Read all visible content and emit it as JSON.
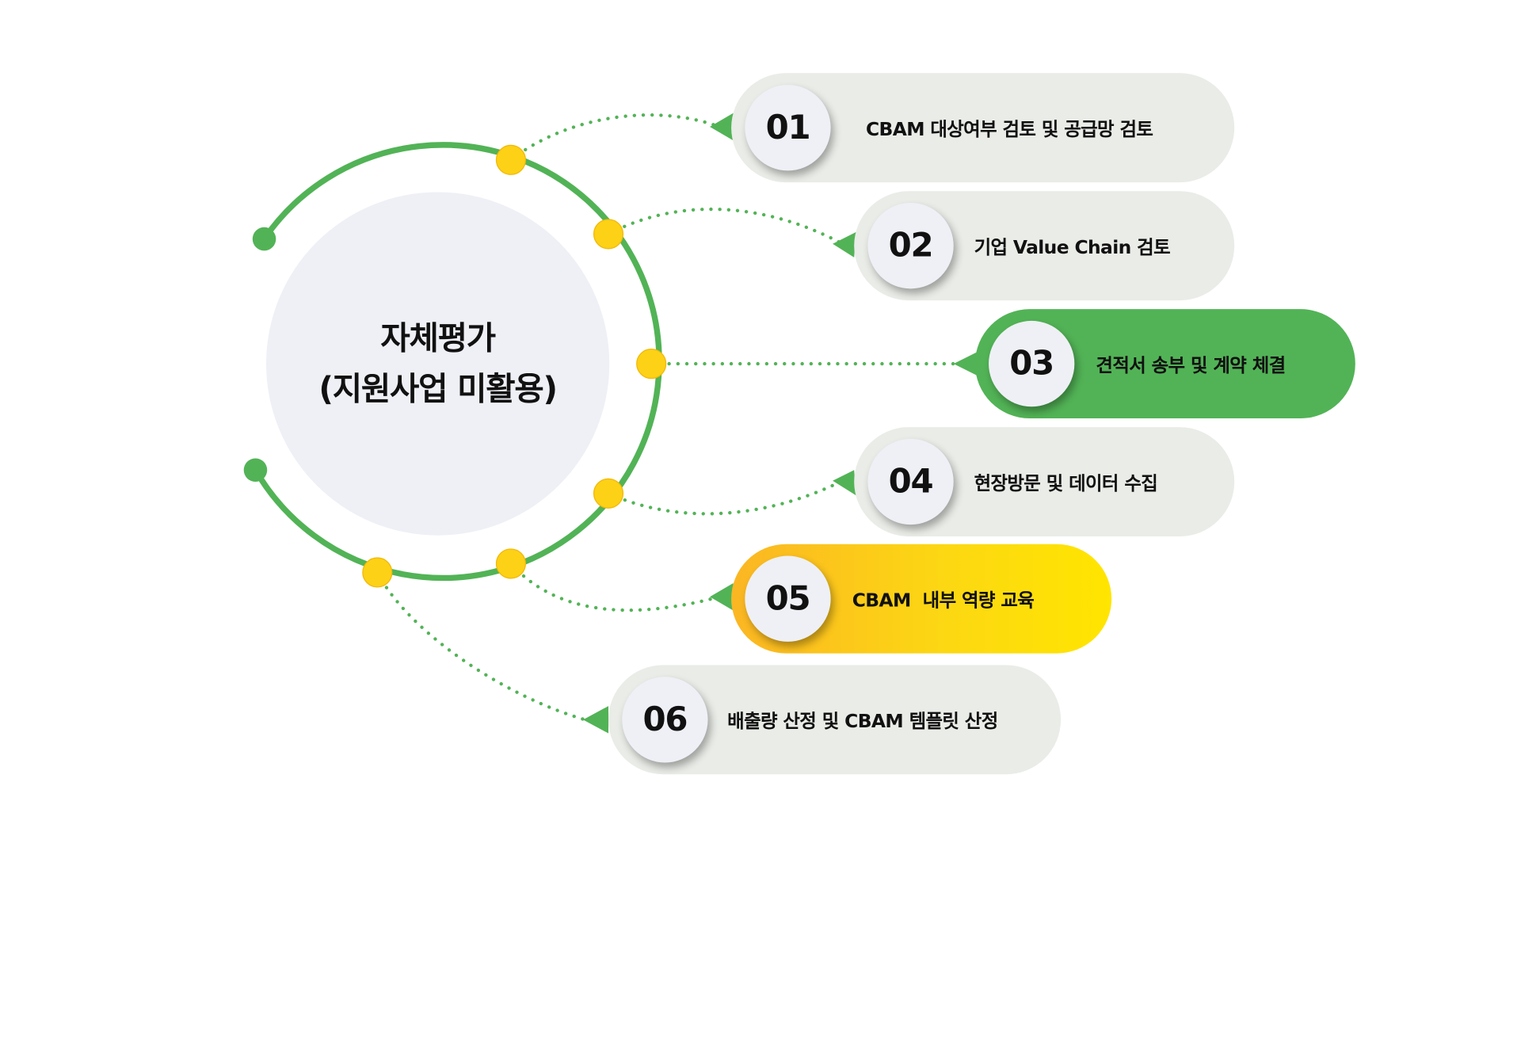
{
  "center": {
    "line1": "자체평가",
    "line2": "(지원사업 미활용)"
  },
  "colors": {
    "green": "#52b356",
    "dot_yellow": "#fcd116",
    "pill_gray": "#e9ece7",
    "yellow_gradient_start": "#fbb623",
    "yellow_gradient_end": "#ffe500",
    "disc": "#eef0f5"
  },
  "steps": [
    {
      "number": "01",
      "label": "CBAM 대상여부 검토 및 공급망 검토",
      "style": "gray"
    },
    {
      "number": "02",
      "label": "기업 Value Chain 검토",
      "style": "gray"
    },
    {
      "number": "03",
      "label": "견적서 송부 및 계약 체결",
      "style": "green"
    },
    {
      "number": "04",
      "label": "현장방문 및 데이터 수집",
      "style": "gray"
    },
    {
      "number": "05",
      "label": "CBAM  내부 역량 교육",
      "style": "yellow"
    },
    {
      "number": "06",
      "label": "배출량 산정 및 CBAM 템플릿 산정",
      "style": "gray"
    }
  ]
}
